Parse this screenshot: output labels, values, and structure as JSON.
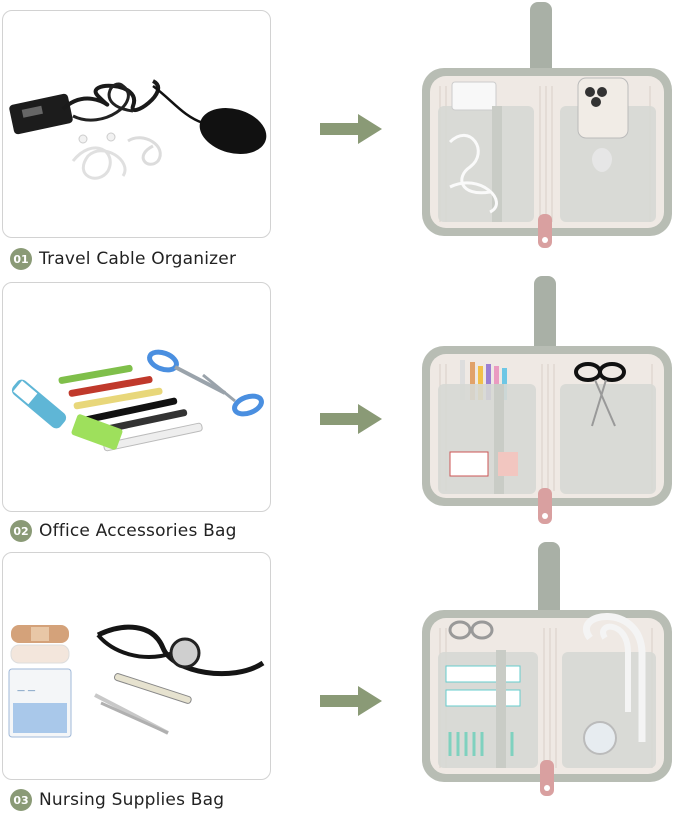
{
  "colors": {
    "accent": "#8a9a76",
    "arrow": "#8a9a76",
    "bag_shell": "#b8bdb4",
    "bag_lining": "#efe9e4",
    "zipper_pull": "#d9a0a0"
  },
  "sections": [
    {
      "number": "01",
      "title": "Travel Cable Organizer"
    },
    {
      "number": "02",
      "title": "Office Accessories Bag"
    },
    {
      "number": "03",
      "title": "Nursing Supplies Bag"
    }
  ]
}
